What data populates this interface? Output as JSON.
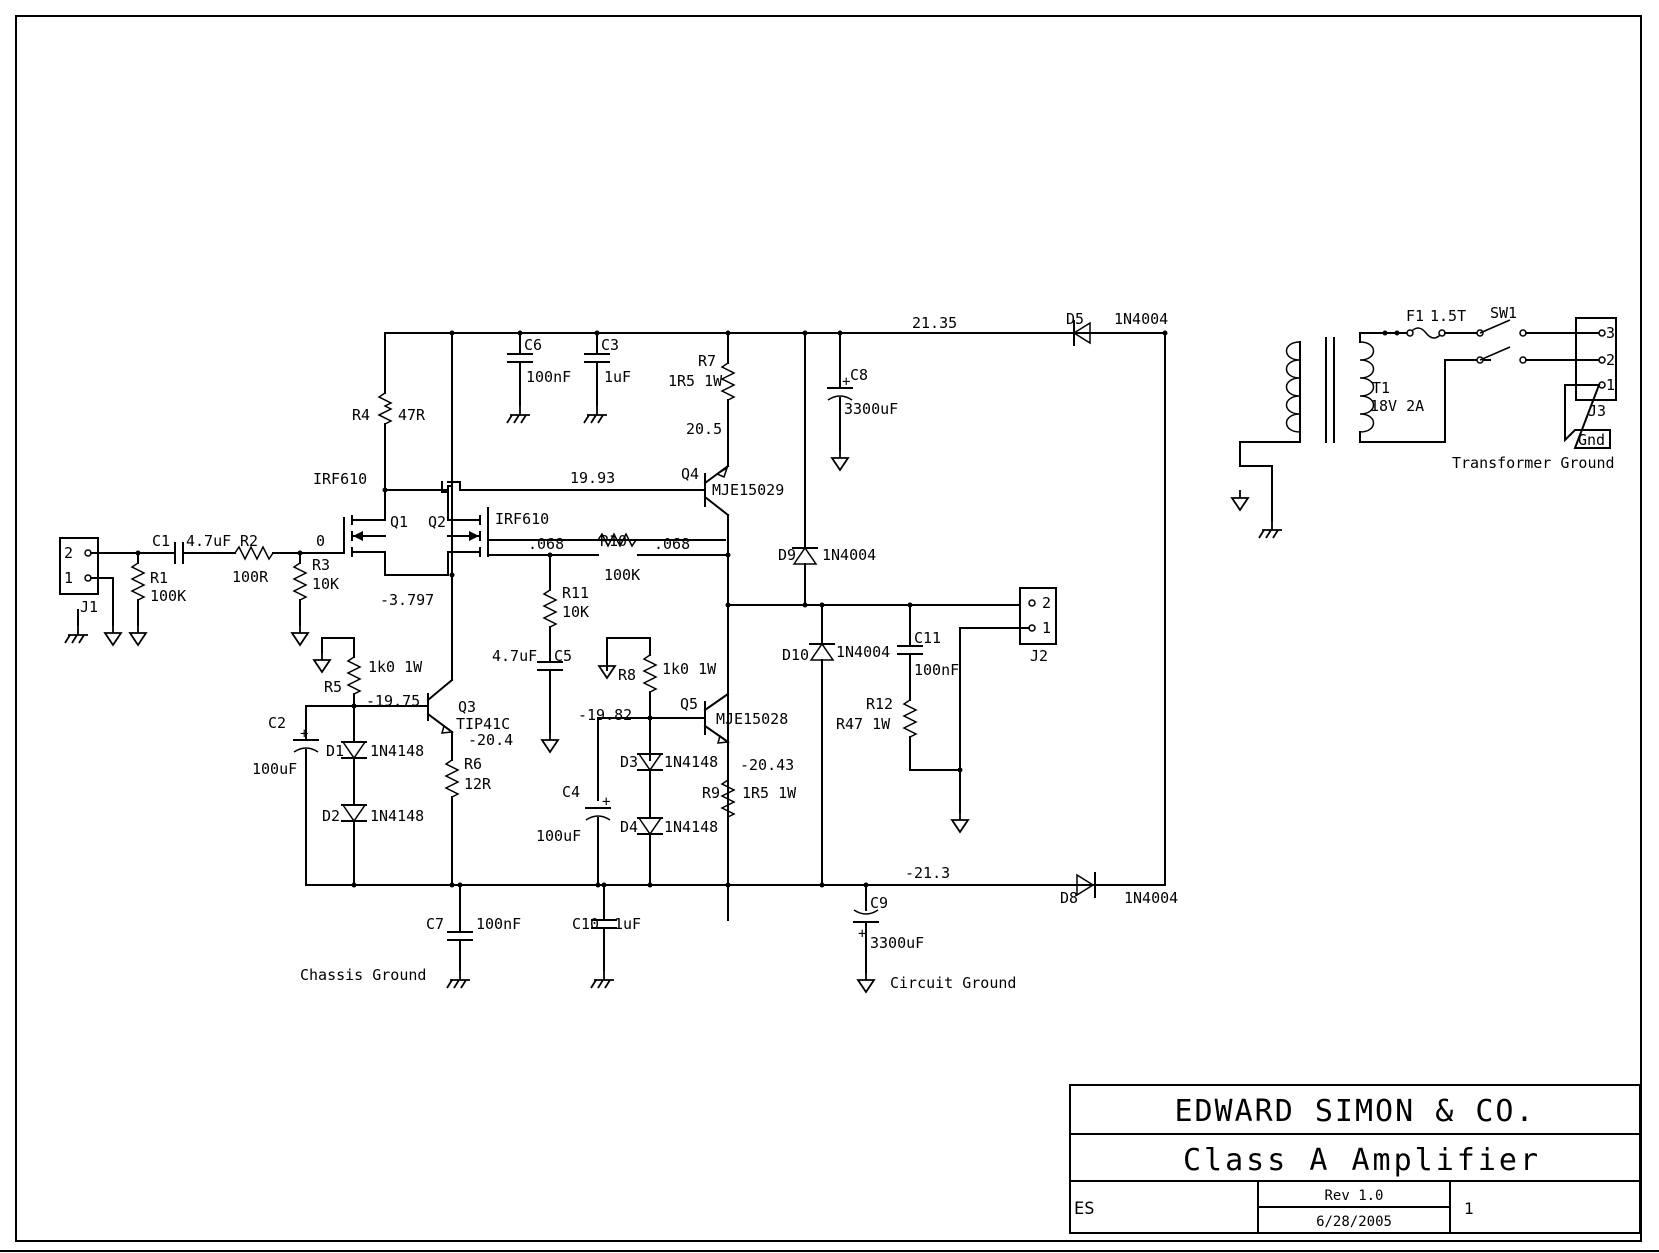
{
  "title_block": {
    "company": "EDWARD SIMON & CO.",
    "title": "Class A Amplifier",
    "author": "ES",
    "revision": "Rev 1.0",
    "date": "6/28/2005",
    "sheet": "1"
  },
  "ground_labels": {
    "chassis": "Chassis Ground",
    "circuit": "Circuit Ground",
    "transformer": "Transformer Ground",
    "gnd_tag": "Gnd"
  },
  "connectors": {
    "j1": {
      "ref": "J1",
      "pin2": "2",
      "pin1": "1"
    },
    "j2": {
      "ref": "J2",
      "pin2": "2",
      "pin1": "1"
    },
    "j3": {
      "ref": "J3",
      "pin3": "3",
      "pin2": "2",
      "pin1": "1"
    }
  },
  "components": {
    "c1": {
      "ref": "C1",
      "value": "4.7uF"
    },
    "r1": {
      "ref": "R1",
      "value": "100K"
    },
    "r2": {
      "ref": "R2",
      "value": "100R"
    },
    "r3": {
      "ref": "R3",
      "value": "10K"
    },
    "r4": {
      "ref": "R4",
      "value": "47R"
    },
    "q1": {
      "ref": "Q1",
      "value": "IRF610"
    },
    "q2": {
      "ref": "Q2",
      "value": "IRF610"
    },
    "c6": {
      "ref": "C6",
      "value": "100nF"
    },
    "c3": {
      "ref": "C3",
      "value": "1uF"
    },
    "r7": {
      "ref": "R7",
      "value": "1R5 1W"
    },
    "q4": {
      "ref": "Q4",
      "value": "MJE15029"
    },
    "r10": {
      "ref": "R10",
      "value": "100K"
    },
    "r11": {
      "ref": "R11",
      "value": "10K"
    },
    "c5": {
      "ref": "C5",
      "value": "4.7uF"
    },
    "r5": {
      "ref": "R5",
      "value": "1k0 1W"
    },
    "q3": {
      "ref": "Q3",
      "value": "TIP41C"
    },
    "r6": {
      "ref": "R6",
      "value": "12R"
    },
    "c2": {
      "ref": "C2",
      "value": "100uF"
    },
    "d1": {
      "ref": "D1",
      "value": "1N4148"
    },
    "d2": {
      "ref": "D2",
      "value": "1N4148"
    },
    "c7": {
      "ref": "C7",
      "value": "100nF"
    },
    "r8": {
      "ref": "R8",
      "value": "1k0 1W"
    },
    "q5": {
      "ref": "Q5",
      "value": "MJE15028"
    },
    "d3": {
      "ref": "D3",
      "value": "1N4148"
    },
    "d4": {
      "ref": "D4",
      "value": "1N4148"
    },
    "r9": {
      "ref": "R9",
      "value": "1R5 1W"
    },
    "c4": {
      "ref": "C4",
      "value": "100uF"
    },
    "c10": {
      "ref": "C10",
      "value": "1uF"
    },
    "c8": {
      "ref": "C8",
      "value": "3300uF"
    },
    "c9": {
      "ref": "C9",
      "value": "3300uF"
    },
    "d9": {
      "ref": "D9",
      "value": "1N4004"
    },
    "d10": {
      "ref": "D10",
      "value": "1N4004"
    },
    "c11": {
      "ref": "C11",
      "value": "100nF"
    },
    "r12": {
      "ref": "R12",
      "value": "R47 1W"
    },
    "d5": {
      "ref": "D5",
      "value": "1N4004"
    },
    "d8": {
      "ref": "D8",
      "value": "1N4004"
    },
    "t1": {
      "ref": "T1",
      "value": "18V 2A"
    },
    "f1": {
      "ref": "F1",
      "value": "1.5T"
    },
    "sw1": {
      "ref": "SW1"
    }
  },
  "node_voltages": {
    "input": "0",
    "source": "-3.797",
    "v_plus": "21.35",
    "v_minus": "-21.3",
    "q4_emitter": "20.5",
    "q4_base": "19.93",
    "fb_a": ".068",
    "fb_b": ".068",
    "q3_base": "-19.75",
    "q3_emitter": "-20.4",
    "q5_base": "-19.82",
    "q5_emitter": "-20.43"
  }
}
